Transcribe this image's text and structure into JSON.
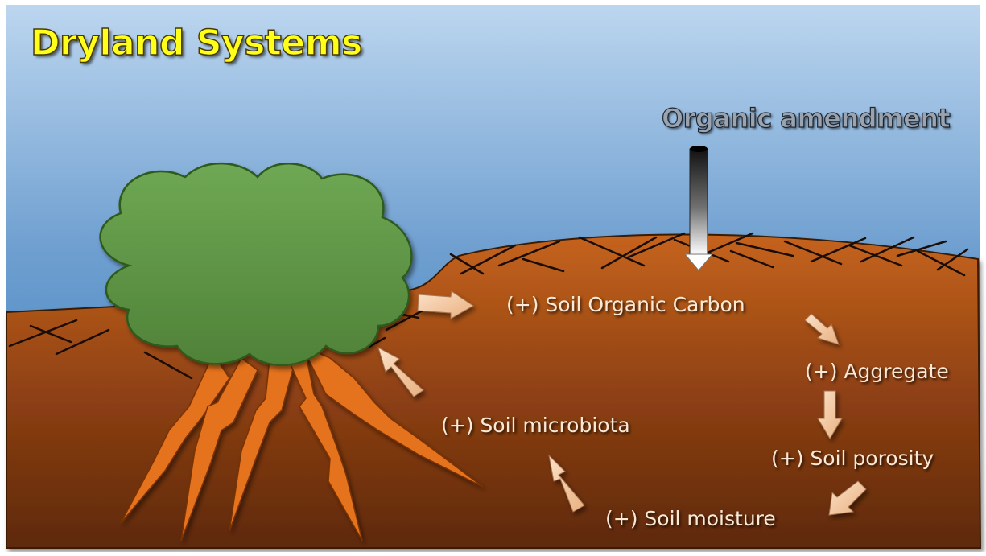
{
  "title": "Dryland Systems",
  "amendment_label": "Organic amendment",
  "cycle": {
    "soc": "(+) Soil Organic Carbon",
    "aggregate": "(+) Aggregate",
    "porosity": "(+) Soil porosity",
    "moisture": "(+) Soil moisture",
    "microbiota": "(+) Soil microbiota"
  },
  "colors": {
    "sky_top": "#bcd6ef",
    "sky_bottom": "#2f78b8",
    "soil_light": "#c5631d",
    "soil_dark": "#5e290c",
    "canopy": "#5f9645",
    "roots": "#e5721f",
    "arrow": "#f3c9a0",
    "title": "#ffff1a"
  }
}
